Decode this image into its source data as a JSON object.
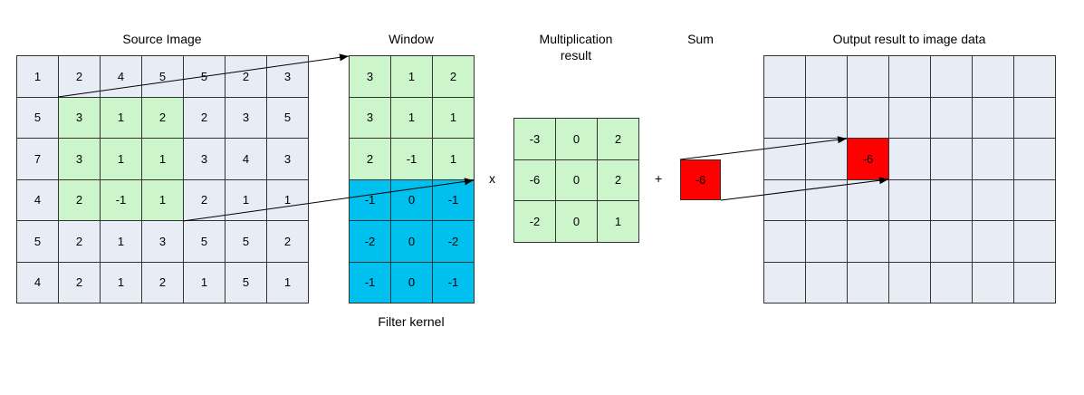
{
  "labels": {
    "source": "Source Image",
    "window": "Window",
    "mult_line1": "Multiplication",
    "mult_line2": "result",
    "sum": "Sum",
    "output": "Output result to image data",
    "kernel": "Filter kernel"
  },
  "operators": {
    "times": "x",
    "plus": "+"
  },
  "colors": {
    "grid_bg": "#e8ecf5",
    "highlight": "#ccf5cc",
    "kernel": "#00c0f0",
    "result": "#ff0000",
    "line": "#333333"
  },
  "source_grid": [
    [
      "1",
      "2",
      "4",
      "5",
      "5",
      "2",
      "3"
    ],
    [
      "5",
      "3",
      "1",
      "2",
      "2",
      "3",
      "5"
    ],
    [
      "7",
      "3",
      "1",
      "1",
      "3",
      "4",
      "3"
    ],
    [
      "4",
      "2",
      "-1",
      "1",
      "2",
      "1",
      "1"
    ],
    [
      "5",
      "2",
      "1",
      "3",
      "5",
      "5",
      "2"
    ],
    [
      "4",
      "2",
      "1",
      "2",
      "1",
      "5",
      "1"
    ]
  ],
  "source_highlight": {
    "rows": [
      1,
      2,
      3
    ],
    "cols": [
      1,
      2,
      3
    ]
  },
  "window_grid": [
    [
      "3",
      "1",
      "2"
    ],
    [
      "3",
      "1",
      "1"
    ],
    [
      "2",
      "-1",
      "1"
    ]
  ],
  "kernel_grid": [
    [
      "-1",
      "0",
      "-1"
    ],
    [
      "-2",
      "0",
      "-2"
    ],
    [
      "-1",
      "0",
      "-1"
    ]
  ],
  "mult_grid": [
    [
      "-3",
      "0",
      "2"
    ],
    [
      "-6",
      "0",
      "2"
    ],
    [
      "-2",
      "0",
      "1"
    ]
  ],
  "sum_value": "-6",
  "output_grid_size": {
    "rows": 6,
    "cols": 7
  },
  "output_value": {
    "row": 2,
    "col": 2,
    "value": "-6"
  }
}
